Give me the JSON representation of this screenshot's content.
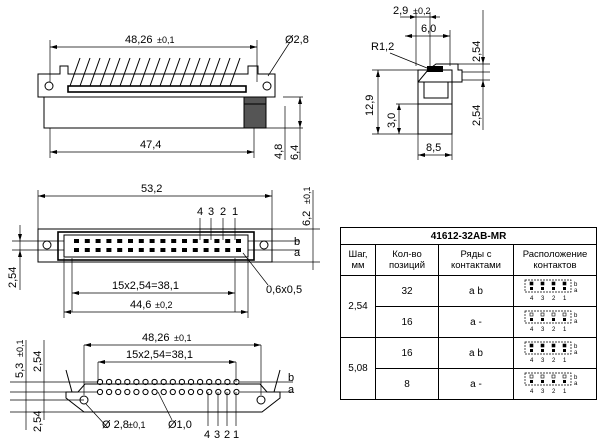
{
  "top_view": {
    "dim_width": "48,26",
    "dim_width_tol": "±0,1",
    "dim_hole": "Ø2,8",
    "dim_bottom": "47,4",
    "dim_height_a": "4,8",
    "dim_height_b": "6,4"
  },
  "side_view": {
    "dim_top": "2,9",
    "dim_top_tol": "±0,2",
    "dim_6": "6,0",
    "dim_radius": "R1,2",
    "dim_254_top": "2,54",
    "dim_129": "12,9",
    "dim_30": "3,0",
    "dim_254_bottom": "2,54",
    "dim_85": "8,5"
  },
  "front_view": {
    "dim_532": "53,2",
    "dim_62": "6,2",
    "dim_62_tol": "±0,1",
    "pin_labels": [
      "4",
      "3",
      "2",
      "1"
    ],
    "row_b": "b",
    "row_a": "a",
    "dim_254_left": "2,54",
    "dim_pitch": "15x2,54=38,1",
    "dim_446": "44,6",
    "dim_446_tol": "±0,2",
    "dim_pin": "0,6x0,5"
  },
  "pcb_view": {
    "dim_4826": "48,26",
    "dim_4826_tol": "±0,1",
    "dim_pitch": "15x2,54=38,1",
    "dim_53": "5,3",
    "dim_53_tol": "±0,1",
    "dim_254_a": "2,54",
    "dim_254_b": "2,54",
    "dim_hole": "Ø 2,8",
    "dim_hole_tol": "±0,1",
    "dim_pinhole": "Ø1,0",
    "pin_labels": [
      "4",
      "3",
      "2",
      "1"
    ],
    "row_b": "b",
    "row_a": "a"
  },
  "table": {
    "title": "41612-32AB-MR",
    "headers": [
      "Шаг, мм",
      "Кол-во позиций",
      "Ряды с контактами",
      "Расположение контактов"
    ],
    "rows": [
      {
        "pitch": "2,54",
        "count": "32",
        "rows": "a b"
      },
      {
        "pitch": "",
        "count": "16",
        "rows": "a -"
      },
      {
        "pitch": "5,08",
        "count": "16",
        "rows": "a b"
      },
      {
        "pitch": "",
        "count": "8",
        "rows": "a -"
      }
    ],
    "mini_pins": [
      "4",
      "3",
      "2",
      "1"
    ],
    "mini_rows": [
      "b",
      "a"
    ]
  }
}
